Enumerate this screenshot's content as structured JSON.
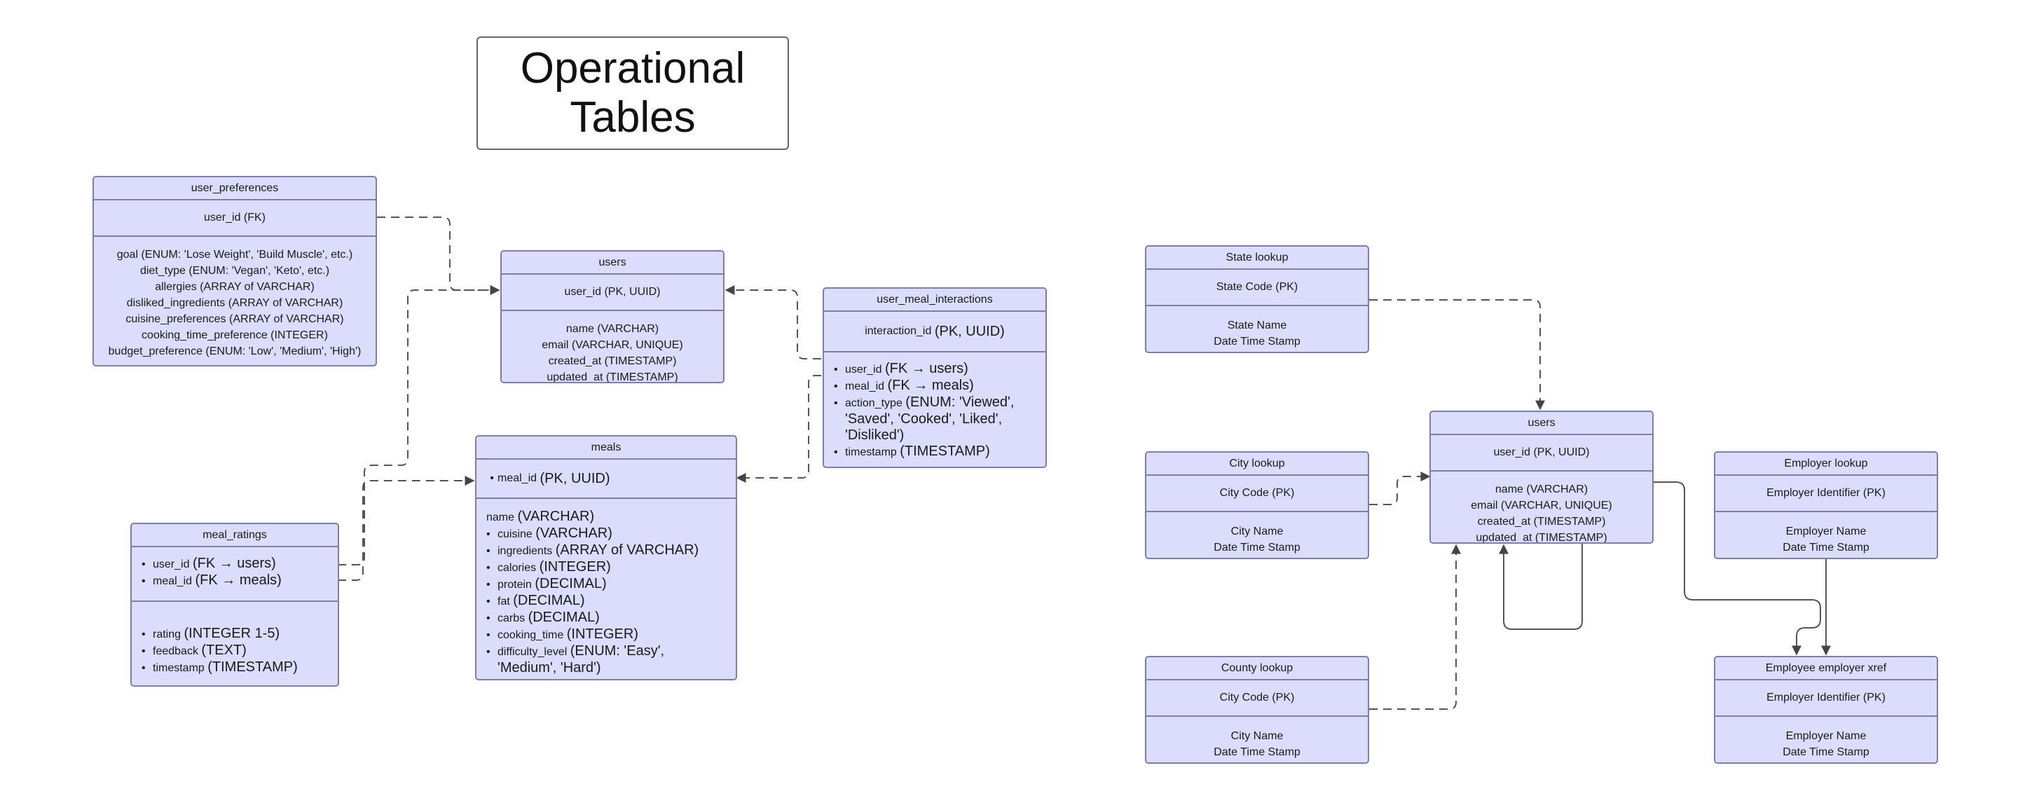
{
  "title": "Operational Tables",
  "entities": {
    "user_preferences": {
      "name": "user_preferences",
      "pk": "user_id (FK)",
      "fields": [
        "goal (ENUM: 'Lose Weight', 'Build Muscle', etc.)",
        "diet_type (ENUM: 'Vegan', 'Keto', etc.)",
        "allergies (ARRAY of VARCHAR)",
        "disliked_ingredients (ARRAY of VARCHAR)",
        "cuisine_preferences (ARRAY of VARCHAR)",
        "cooking_time_preference (INTEGER)",
        "budget_preference (ENUM: 'Low', 'Medium', 'High')"
      ]
    },
    "users_left": {
      "name": "users",
      "pk": "user_id (PK, UUID)",
      "fields": [
        "name (VARCHAR)",
        "email (VARCHAR, UNIQUE)",
        "created_at (TIMESTAMP)",
        "updated_at (TIMESTAMP)"
      ]
    },
    "user_meal_interactions": {
      "name": "user_meal_interactions",
      "pk_small": "interaction_id",
      "pk_big": "(PK, UUID)",
      "fields": [
        {
          "small": "user_id",
          "big": "(FK → users)"
        },
        {
          "small": "meal_id",
          "big": "(FK → meals)"
        },
        {
          "small": "action_type",
          "big": "(ENUM: 'Viewed',"
        },
        {
          "cont": "'Saved', 'Cooked', 'Liked',"
        },
        {
          "cont": "'Disliked')"
        },
        {
          "small": "timestamp",
          "big": "(TIMESTAMP)"
        }
      ]
    },
    "meals": {
      "name": "meals",
      "pk_small": "meal_id",
      "pk_big": "(PK, UUID)",
      "first_small": "name",
      "first_big": "(VARCHAR)",
      "fields": [
        {
          "small": "cuisine",
          "big": "(VARCHAR)"
        },
        {
          "small": "ingredients",
          "big": "(ARRAY of VARCHAR)"
        },
        {
          "small": "calories",
          "big": "(INTEGER)"
        },
        {
          "small": "protein",
          "big": "(DECIMAL)"
        },
        {
          "small": "fat",
          "big": "(DECIMAL)"
        },
        {
          "small": "carbs",
          "big": "(DECIMAL)"
        },
        {
          "small": "cooking_time",
          "big": "(INTEGER)"
        },
        {
          "small": "difficulty_level",
          "big": "(ENUM: 'Easy',"
        },
        {
          "cont": "'Medium', 'Hard')"
        }
      ]
    },
    "meal_ratings": {
      "name": "meal_ratings",
      "keys": [
        {
          "small": "user_id",
          "big": "(FK → users)"
        },
        {
          "small": "meal_id",
          "big": "(FK → meals)"
        }
      ],
      "fields": [
        {
          "small": "rating",
          "big": "(INTEGER 1-5)"
        },
        {
          "small": "feedback",
          "big": "(TEXT)"
        },
        {
          "small": "timestamp",
          "big": "(TIMESTAMP)"
        }
      ]
    },
    "state_lookup": {
      "name": "State lookup",
      "pk": "State Code (PK)",
      "fields": [
        "State Name",
        "Date Time Stamp"
      ]
    },
    "city_lookup": {
      "name": "City lookup",
      "pk": "City Code (PK)",
      "fields": [
        "City Name",
        "Date Time Stamp"
      ]
    },
    "county_lookup": {
      "name": "County lookup",
      "pk": "City Code (PK)",
      "fields": [
        "City Name",
        "Date Time Stamp"
      ]
    },
    "users_right": {
      "name": "users",
      "pk": "user_id (PK, UUID)",
      "fields": [
        "name (VARCHAR)",
        "email (VARCHAR, UNIQUE)",
        "created_at (TIMESTAMP)",
        "updated_at (TIMESTAMP)"
      ]
    },
    "employer_lookup": {
      "name": "Employer lookup",
      "pk": "Employer Identifier (PK)",
      "fields": [
        "Employer Name",
        "Date Time Stamp"
      ]
    },
    "employee_employer_xref": {
      "name": "Employee employer xref",
      "pk": "Employer Identifier (PK)",
      "fields": [
        "Employer Name",
        "Date Time Stamp"
      ]
    }
  },
  "colors": {
    "entity_fill": "#dcdcfc",
    "entity_border": "#7e7ea8",
    "edge": "#555555"
  }
}
